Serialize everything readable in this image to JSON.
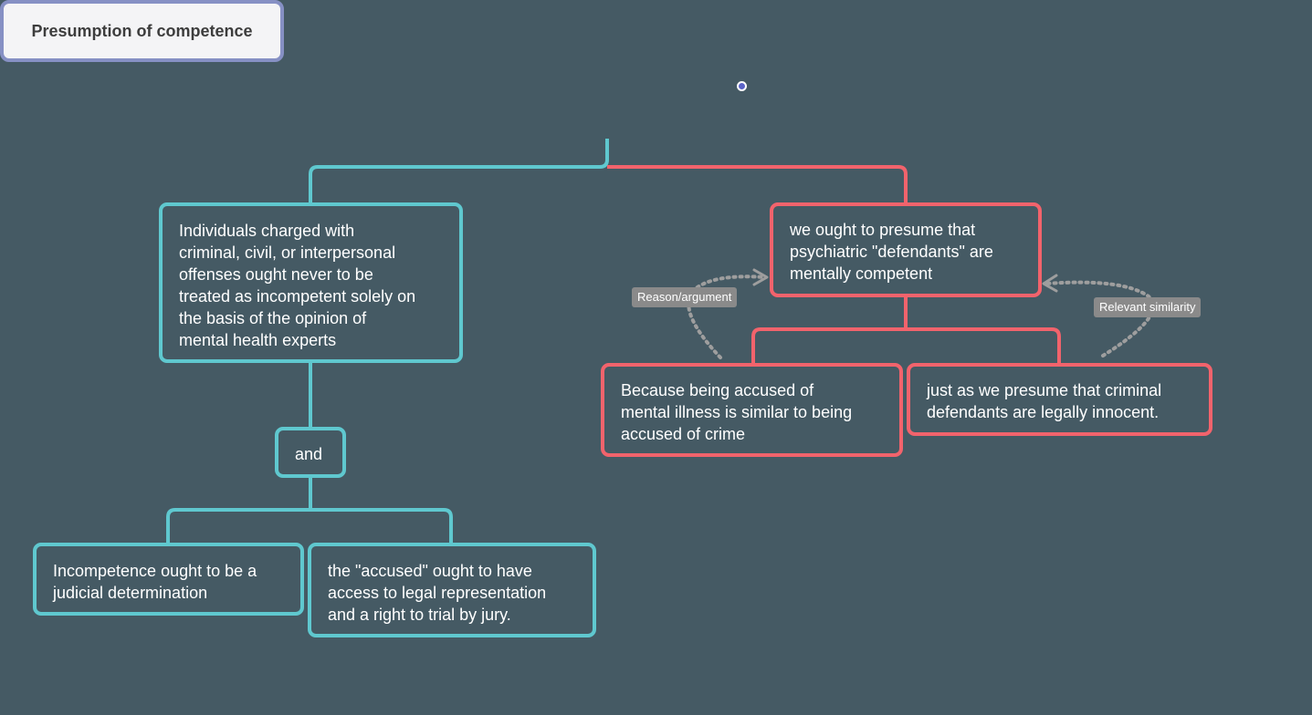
{
  "colors": {
    "background": "#455a64",
    "teal_branch": "#5fc8cf",
    "coral_branch": "#f2636c",
    "root_border": "#8690c4",
    "root_fill": "#f4f4f6",
    "link_dotted": "#9e9e9e",
    "tag_fill": "#8a8a8a"
  },
  "root": {
    "label": "Presumption of competence"
  },
  "left_branch": {
    "claim": "Individuals charged with\ncriminal, civil, or interpersonal\noffenses ought never to be\ntreated as incompetent solely on\nthe basis of the opinion of\nmental health experts",
    "connector": "and",
    "premise_1": "Incompetence ought to be a\njudicial determination",
    "premise_2": " the \"accused\" ought to have\naccess to legal representation\nand a right to trial by jury."
  },
  "right_branch": {
    "claim": "we ought to presume that\npsychiatric \"defendants\" are\nmentally competent",
    "reason": "Because being accused of\nmental illness is similar to being\naccused of crime",
    "similarity": "just as we presume that criminal\ndefendants are legally innocent.",
    "reason_tag": "Reason/argument",
    "similarity_tag": "Relevant similarity"
  }
}
